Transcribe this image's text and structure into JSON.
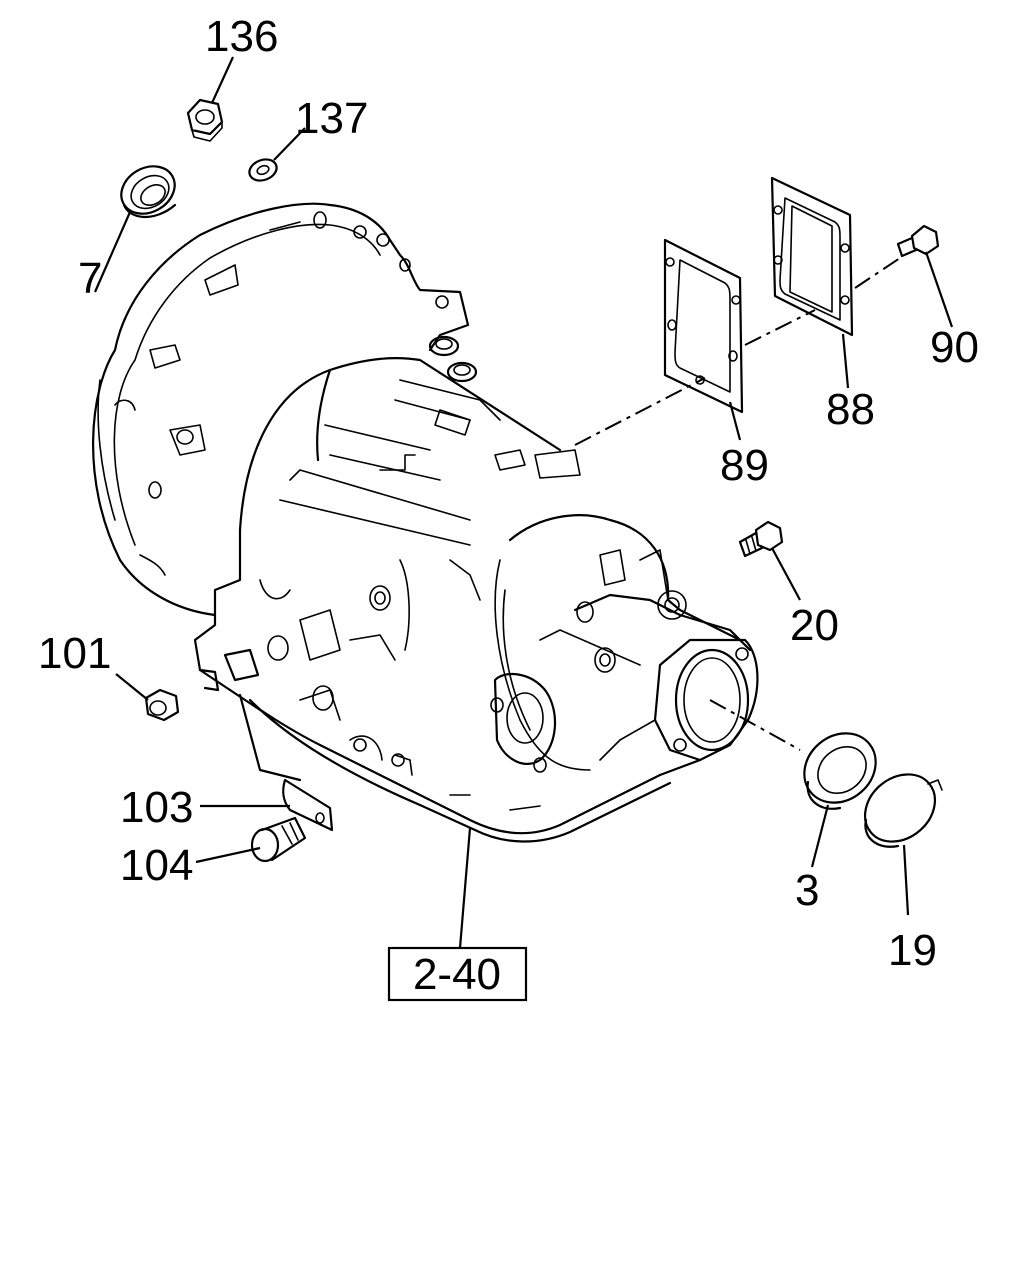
{
  "callouts": {
    "p136": "136",
    "p137": "137",
    "p7": "7",
    "p101": "101",
    "p103": "103",
    "p104": "104",
    "p89": "89",
    "p88": "88",
    "p90": "90",
    "p20": "20",
    "p3": "3",
    "p19": "19",
    "ref": "2-40"
  }
}
